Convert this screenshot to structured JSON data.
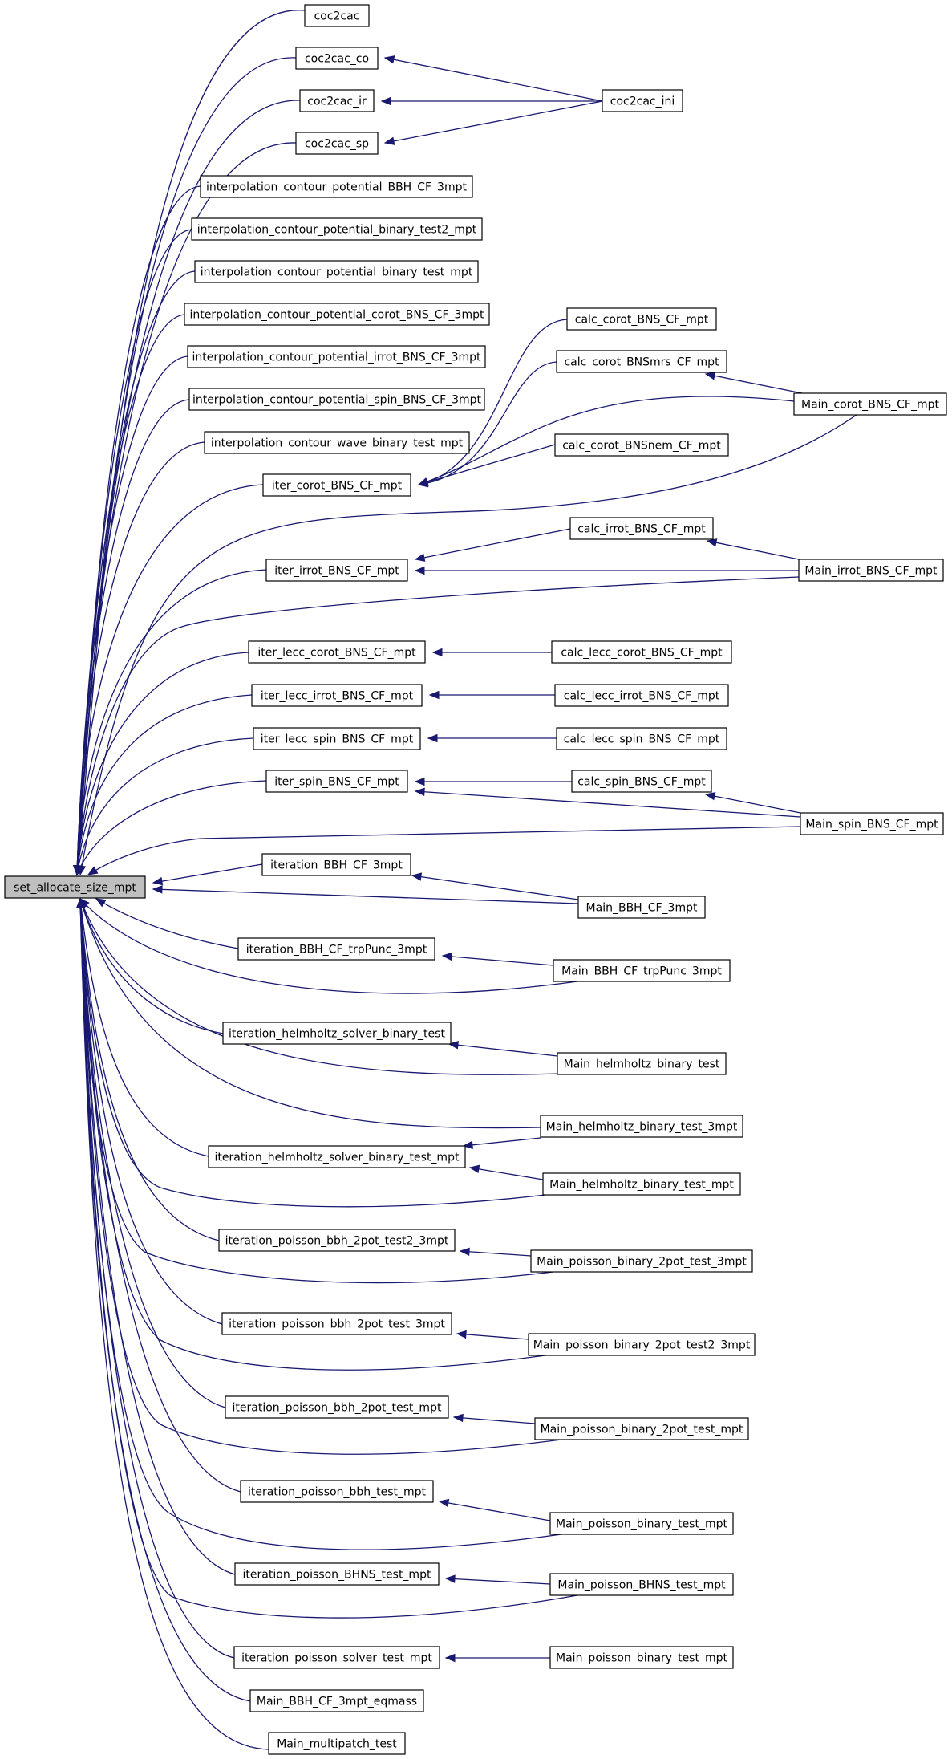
{
  "nodes": {
    "root": "set_allocate_size_mpt",
    "coc2cac": "coc2cac",
    "coc2cac_co": "coc2cac_co",
    "coc2cac_ir": "coc2cac_ir",
    "coc2cac_sp": "coc2cac_sp",
    "coc2cac_ini": "coc2cac_ini",
    "icp_bbh": "interpolation_contour_potential_BBH_CF_3mpt",
    "icp_bt2": "interpolation_contour_potential_binary_test2_mpt",
    "icp_bt": "interpolation_contour_potential_binary_test_mpt",
    "icp_corot": "interpolation_contour_potential_corot_BNS_CF_3mpt",
    "icp_irrot": "interpolation_contour_potential_irrot_BNS_CF_3mpt",
    "icp_spin": "interpolation_contour_potential_spin_BNS_CF_3mpt",
    "icw_bt": "interpolation_contour_wave_binary_test_mpt",
    "iter_corot": "iter_corot_BNS_CF_mpt",
    "calc_corot": "calc_corot_BNS_CF_mpt",
    "calc_corot_mrs": "calc_corot_BNSmrs_CF_mpt",
    "calc_corot_nem": "calc_corot_BNSnem_CF_mpt",
    "main_corot": "Main_corot_BNS_CF_mpt",
    "iter_irrot": "iter_irrot_BNS_CF_mpt",
    "calc_irrot": "calc_irrot_BNS_CF_mpt",
    "main_irrot": "Main_irrot_BNS_CF_mpt",
    "iter_lecc_corot": "iter_lecc_corot_BNS_CF_mpt",
    "calc_lecc_corot": "calc_lecc_corot_BNS_CF_mpt",
    "iter_lecc_irrot": "iter_lecc_irrot_BNS_CF_mpt",
    "calc_lecc_irrot": "calc_lecc_irrot_BNS_CF_mpt",
    "iter_lecc_spin": "iter_lecc_spin_BNS_CF_mpt",
    "calc_lecc_spin": "calc_lecc_spin_BNS_CF_mpt",
    "iter_spin": "iter_spin_BNS_CF_mpt",
    "calc_spin": "calc_spin_BNS_CF_mpt",
    "main_spin": "Main_spin_BNS_CF_mpt",
    "iteration_bbh": "iteration_BBH_CF_3mpt",
    "main_bbh": "Main_BBH_CF_3mpt",
    "iteration_bbh_trp": "iteration_BBH_CF_trpPunc_3mpt",
    "main_bbh_trp": "Main_BBH_CF_trpPunc_3mpt",
    "iter_helm": "iteration_helmholtz_solver_binary_test",
    "main_helm": "Main_helmholtz_binary_test",
    "main_helm_3mpt": "Main_helmholtz_binary_test_3mpt",
    "iter_helm_mpt": "iteration_helmholtz_solver_binary_test_mpt",
    "main_helm_mpt": "Main_helmholtz_binary_test_mpt",
    "iter_pbbh2t2": "iteration_poisson_bbh_2pot_test2_3mpt",
    "main_pb2t3": "Main_poisson_binary_2pot_test_3mpt",
    "iter_pbbh2t3": "iteration_poisson_bbh_2pot_test_3mpt",
    "main_pb2t23": "Main_poisson_binary_2pot_test2_3mpt",
    "iter_pbbh2t": "iteration_poisson_bbh_2pot_test_mpt",
    "main_pb2t": "Main_poisson_binary_2pot_test_mpt",
    "iter_pbbht": "iteration_poisson_bbh_test_mpt",
    "main_pbt1": "Main_poisson_binary_test_mpt",
    "iter_pbhns": "iteration_poisson_BHNS_test_mpt",
    "main_pbhns": "Main_poisson_BHNS_test_mpt",
    "iter_pst": "iteration_poisson_solver_test_mpt",
    "main_pbt2": "Main_poisson_binary_test_mpt",
    "main_bbh_eq": "Main_BBH_CF_3mpt_eqmass",
    "main_mp": "Main_multipatch_test"
  },
  "edges": [
    {
      "from": "coc2cac",
      "to": "root"
    },
    {
      "from": "coc2cac_co",
      "to": "root"
    },
    {
      "from": "coc2cac_ir",
      "to": "root"
    },
    {
      "from": "coc2cac_sp",
      "to": "root"
    },
    {
      "from": "coc2cac_ini",
      "to": "coc2cac_co"
    },
    {
      "from": "coc2cac_ini",
      "to": "coc2cac_ir"
    },
    {
      "from": "coc2cac_ini",
      "to": "coc2cac_sp"
    },
    {
      "from": "icp_bbh",
      "to": "root"
    },
    {
      "from": "icp_bt2",
      "to": "root"
    },
    {
      "from": "icp_bt",
      "to": "root"
    },
    {
      "from": "icp_corot",
      "to": "root"
    },
    {
      "from": "icp_irrot",
      "to": "root"
    },
    {
      "from": "icp_spin",
      "to": "root"
    },
    {
      "from": "icw_bt",
      "to": "root"
    },
    {
      "from": "iter_corot",
      "to": "root"
    },
    {
      "from": "calc_corot",
      "to": "iter_corot"
    },
    {
      "from": "calc_corot_mrs",
      "to": "iter_corot"
    },
    {
      "from": "calc_corot_nem",
      "to": "iter_corot"
    },
    {
      "from": "main_corot",
      "to": "iter_corot"
    },
    {
      "from": "main_corot",
      "to": "calc_corot_mrs"
    },
    {
      "from": "main_corot",
      "to": "root"
    },
    {
      "from": "iter_irrot",
      "to": "root"
    },
    {
      "from": "calc_irrot",
      "to": "iter_irrot"
    },
    {
      "from": "main_irrot",
      "to": "iter_irrot"
    },
    {
      "from": "main_irrot",
      "to": "calc_irrot"
    },
    {
      "from": "main_irrot",
      "to": "root"
    },
    {
      "from": "iter_lecc_corot",
      "to": "root"
    },
    {
      "from": "calc_lecc_corot",
      "to": "iter_lecc_corot"
    },
    {
      "from": "iter_lecc_irrot",
      "to": "root"
    },
    {
      "from": "calc_lecc_irrot",
      "to": "iter_lecc_irrot"
    },
    {
      "from": "iter_lecc_spin",
      "to": "root"
    },
    {
      "from": "calc_lecc_spin",
      "to": "iter_lecc_spin"
    },
    {
      "from": "iter_spin",
      "to": "root"
    },
    {
      "from": "calc_spin",
      "to": "iter_spin"
    },
    {
      "from": "main_spin",
      "to": "iter_spin"
    },
    {
      "from": "main_spin",
      "to": "calc_spin"
    },
    {
      "from": "main_spin",
      "to": "root"
    },
    {
      "from": "iteration_bbh",
      "to": "root"
    },
    {
      "from": "main_bbh",
      "to": "iteration_bbh"
    },
    {
      "from": "main_bbh",
      "to": "root"
    },
    {
      "from": "iteration_bbh_trp",
      "to": "root"
    },
    {
      "from": "main_bbh_trp",
      "to": "iteration_bbh_trp"
    },
    {
      "from": "main_bbh_trp",
      "to": "root"
    },
    {
      "from": "iter_helm",
      "to": "root"
    },
    {
      "from": "main_helm",
      "to": "iter_helm"
    },
    {
      "from": "main_helm",
      "to": "root"
    },
    {
      "from": "main_helm_3mpt",
      "to": "root"
    },
    {
      "from": "main_helm_3mpt",
      "to": "iter_helm_mpt"
    },
    {
      "from": "iter_helm_mpt",
      "to": "root"
    },
    {
      "from": "main_helm_mpt",
      "to": "iter_helm_mpt"
    },
    {
      "from": "main_helm_mpt",
      "to": "root"
    },
    {
      "from": "iter_pbbh2t2",
      "to": "root"
    },
    {
      "from": "main_pb2t3",
      "to": "iter_pbbh2t2"
    },
    {
      "from": "main_pb2t3",
      "to": "root"
    },
    {
      "from": "iter_pbbh2t3",
      "to": "root"
    },
    {
      "from": "main_pb2t23",
      "to": "iter_pbbh2t3"
    },
    {
      "from": "main_pb2t23",
      "to": "root"
    },
    {
      "from": "iter_pbbh2t",
      "to": "root"
    },
    {
      "from": "main_pb2t",
      "to": "iter_pbbh2t"
    },
    {
      "from": "main_pb2t",
      "to": "root"
    },
    {
      "from": "iter_pbbht",
      "to": "root"
    },
    {
      "from": "main_pbt1",
      "to": "iter_pbbht"
    },
    {
      "from": "main_pbt1",
      "to": "root"
    },
    {
      "from": "iter_pbhns",
      "to": "root"
    },
    {
      "from": "main_pbhns",
      "to": "iter_pbhns"
    },
    {
      "from": "main_pbhns",
      "to": "root"
    },
    {
      "from": "iter_pst",
      "to": "root"
    },
    {
      "from": "main_pbt2",
      "to": "iter_pst"
    },
    {
      "from": "main_bbh_eq",
      "to": "root"
    },
    {
      "from": "main_mp",
      "to": "root"
    }
  ],
  "colors": {
    "edge": "#191970",
    "root_fill": "#bfbfbf",
    "node_fill": "#ffffff",
    "node_border": "#000000"
  }
}
